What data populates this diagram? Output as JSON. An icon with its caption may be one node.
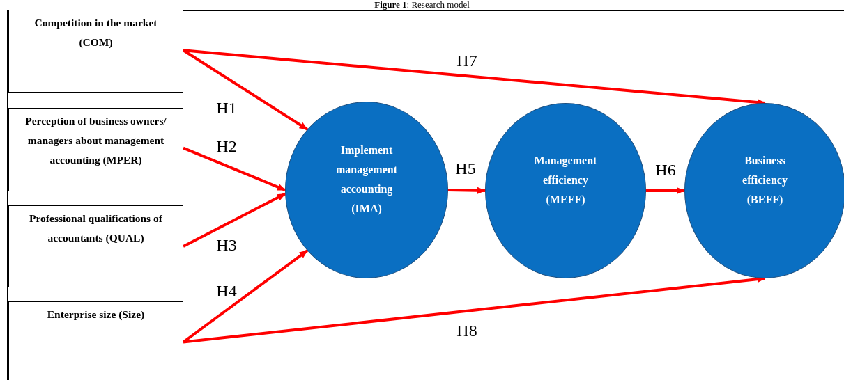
{
  "diagram": {
    "title": "**Figure 1**: Research model",
    "nodes": [
      {
        "text": [
          "Competition in the market (COM)"
        ]
      },
      {
        "text": [
          "Perception of business owners/ managers about management accounting (MPER)"
        ]
      },
      {
        "text": [
          "Professional qualifications of accountants (QUAL)"
        ]
      },
      {
        "text": [
          "Enterprise size (Size)"
        ]
      },
      {
        "text": [
          "Implement management accounting (IMA)"
        ]
      },
      {
        "text": [
          "Management efficiency (MEFF)"
        ]
      },
      {
        "text": [
          "Business efficiency (BEFF)"
        ]
      }
    ],
    "edges": [
      {
        "from": 0,
        "to": 4,
        "arrow": "to",
        "label": "H1"
      },
      {
        "from": 1,
        "to": 4,
        "arrow": "to",
        "label": "H2"
      },
      {
        "from": 2,
        "to": 4,
        "arrow": "to",
        "label": "H3"
      },
      {
        "from": 3,
        "to": 4,
        "arrow": "to",
        "label": "H4"
      },
      {
        "from": 4,
        "to": 5,
        "arrow": "to",
        "label": "H5"
      },
      {
        "from": 5,
        "to": 6,
        "arrow": "to",
        "label": "H6"
      },
      {
        "from": 0,
        "to": 6,
        "arrow": "to",
        "label": "H7"
      },
      {
        "from": 3,
        "to": 6,
        "arrow": "to",
        "label": "H8"
      }
    ]
  }
}
